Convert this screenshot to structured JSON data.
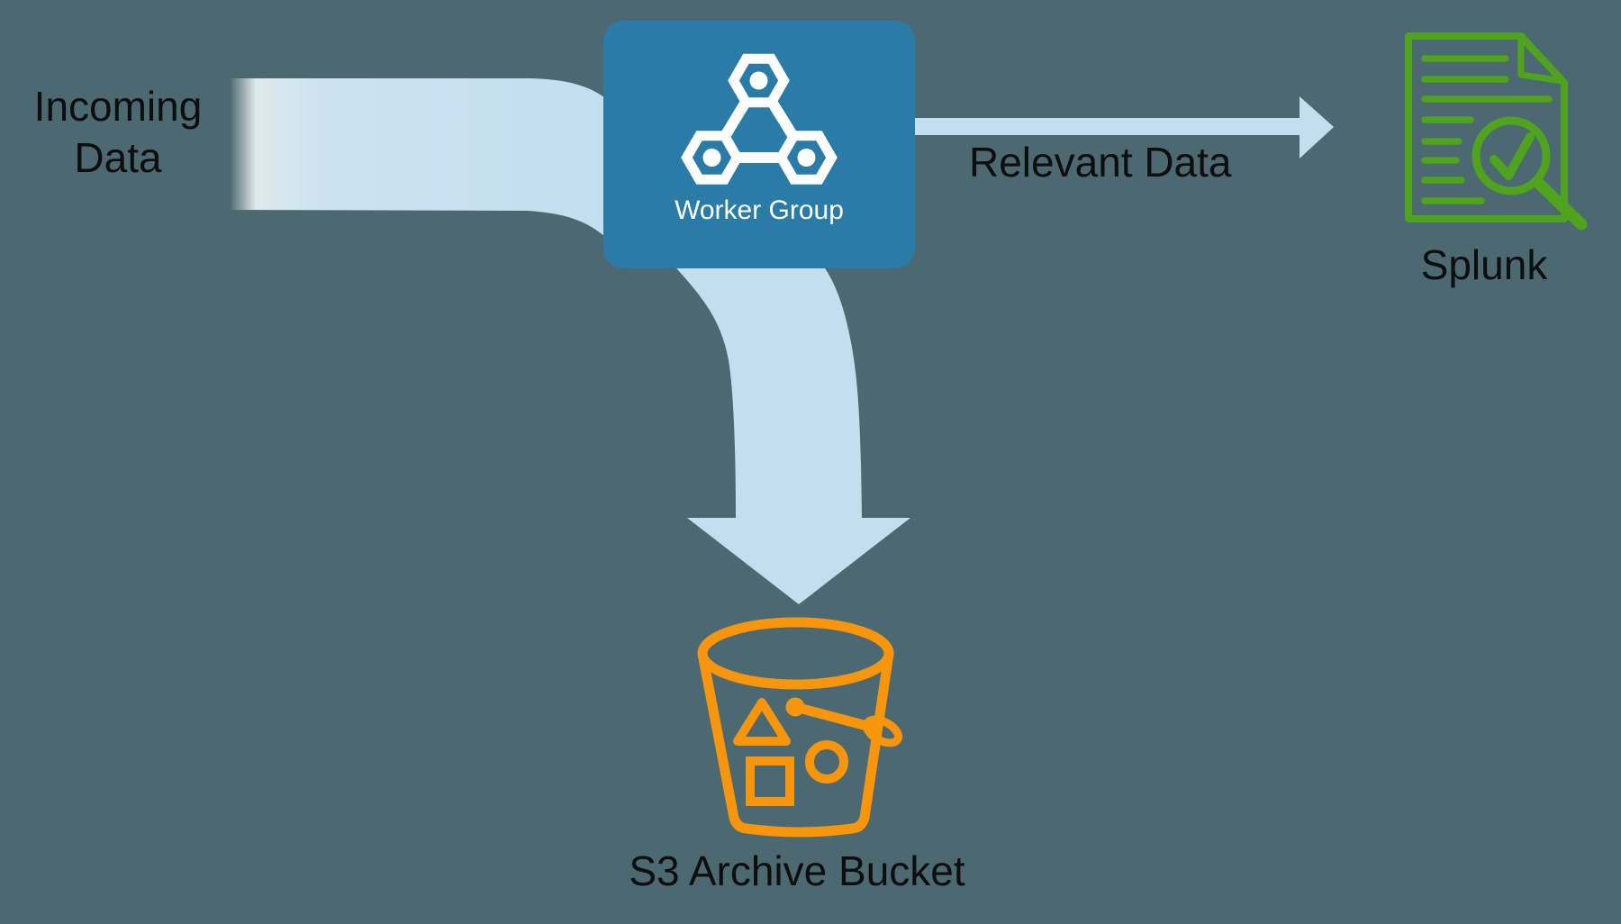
{
  "diagram": {
    "background_color": "#4c6870",
    "colors": {
      "flow_arrow": "#c4def0",
      "worker_box": "#2b7ba7",
      "splunk_green": "#4fa31e",
      "bucket_orange": "#f7950d",
      "label_text": "#0e0e0e"
    },
    "nodes": {
      "incoming_data": {
        "label": "Incoming Data"
      },
      "worker_group": {
        "label": "Worker Group",
        "icon": "worker-group-hexagons-icon"
      },
      "splunk": {
        "label": "Splunk",
        "icon": "document-search-check-icon"
      },
      "s3_bucket": {
        "label": "S3 Archive Bucket",
        "icon": "s3-bucket-icon"
      }
    },
    "edges": {
      "incoming_to_worker": {
        "from": "incoming_data",
        "to": "worker_group",
        "label": ""
      },
      "worker_to_splunk": {
        "from": "worker_group",
        "to": "splunk",
        "label": "Relevant Data"
      },
      "worker_to_s3": {
        "from": "worker_group",
        "to": "s3_bucket",
        "label": ""
      }
    }
  }
}
